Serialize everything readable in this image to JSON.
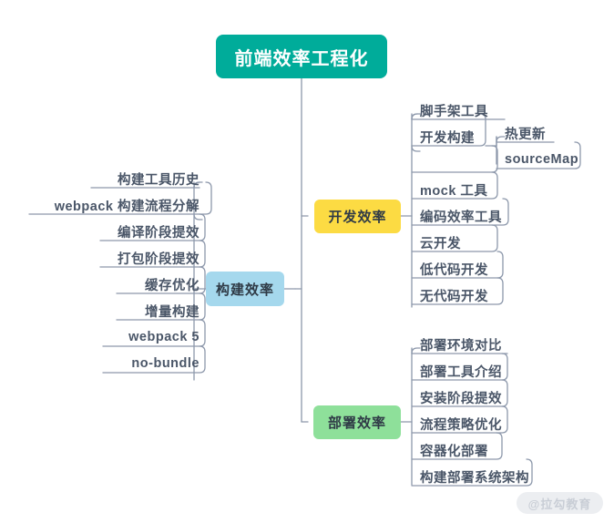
{
  "meta": {
    "watermark": "@拉勾教育",
    "colors": {
      "root": "#00ac9a",
      "dev": "#fcdb43",
      "deploy": "#8ee09a",
      "build": "#a5d8ed",
      "connector": "#8d98ab",
      "leaf_text": "#4a5668",
      "background": "#ffffff"
    }
  },
  "mindmap": {
    "root": {
      "label": "前端效率工程化"
    },
    "branches": {
      "build": {
        "label": "构建效率",
        "children": [
          {
            "label": "构建工具历史"
          },
          {
            "label": "webpack 构建流程分解"
          },
          {
            "label": "编译阶段提效"
          },
          {
            "label": "打包阶段提效"
          },
          {
            "label": "缓存优化"
          },
          {
            "label": "增量构建"
          },
          {
            "label": "webpack 5"
          },
          {
            "label": "no-bundle"
          }
        ]
      },
      "dev": {
        "label": "开发效率",
        "children": [
          {
            "label": "脚手架工具"
          },
          {
            "label": "开发构建",
            "children": [
              {
                "label": "热更新"
              },
              {
                "label": "sourceMap"
              }
            ]
          },
          {
            "label": "mock 工具"
          },
          {
            "label": "编码效率工具"
          },
          {
            "label": "云开发"
          },
          {
            "label": "低代码开发"
          },
          {
            "label": "无代码开发"
          }
        ]
      },
      "deploy": {
        "label": "部署效率",
        "children": [
          {
            "label": "部署环境对比"
          },
          {
            "label": "部署工具介绍"
          },
          {
            "label": "安装阶段提效"
          },
          {
            "label": "流程策略优化"
          },
          {
            "label": "容器化部署"
          },
          {
            "label": "构建部署系统架构"
          }
        ]
      }
    }
  }
}
